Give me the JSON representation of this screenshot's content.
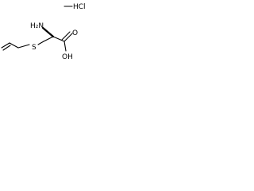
{
  "molecule": {
    "salt_label": "HCl",
    "amine_label": "H₂N",
    "hydroxyl_label": "OH",
    "carbonyl_label": "O",
    "sulfur_label": "S"
  }
}
